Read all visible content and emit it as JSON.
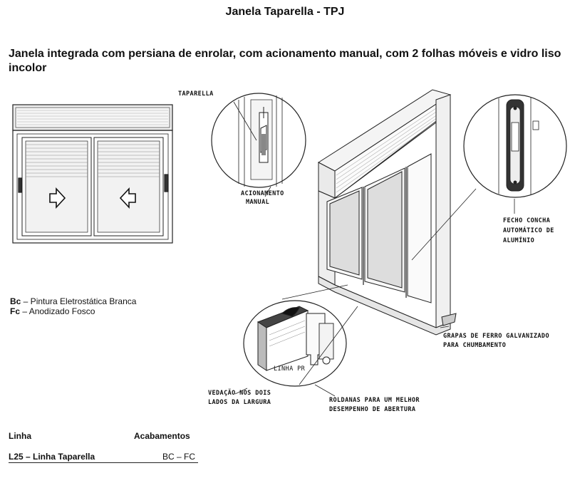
{
  "header": {
    "title": "Janela Taparella - TPJ",
    "subtitle": "Janela integrada com persiana de enrolar, com acionamento manual, com 2 folhas móveis e vidro liso incolor"
  },
  "labels": {
    "taparella": "TAPARELLA",
    "acionamento_line1": "ACIONAMENTO",
    "acionamento_line2": "MANUAL",
    "fecho_line1": "FECHO CONCHA",
    "fecho_line2": "AUTOMÁTICO DE",
    "fecho_line3": "ALUMÍNIO",
    "grapas_line1": "GRAPAS DE FERRO GALVANIZADO",
    "grapas_line2": "PARA CHUMBAMENTO",
    "linha_pr": "LINHA PR",
    "vedacao_line1": "VEDAÇÃO NOS DOIS",
    "vedacao_line2": "LADOS DA LARGURA",
    "roldanas_line1": "ROLDANAS PARA UM MELHOR",
    "roldanas_line2": "DESEMPENHO DE ABERTURA"
  },
  "finishes": [
    {
      "code": "Bc",
      "text": " – Pintura Eletrostática Branca"
    },
    {
      "code": "Fc",
      "text": " – Anodizado Fosco"
    }
  ],
  "table": {
    "col_linha": "Linha",
    "col_acabamentos": "Acabamentos",
    "row_linha": "L25 – Linha Taparella",
    "row_acabamentos": "BC – FC"
  }
}
